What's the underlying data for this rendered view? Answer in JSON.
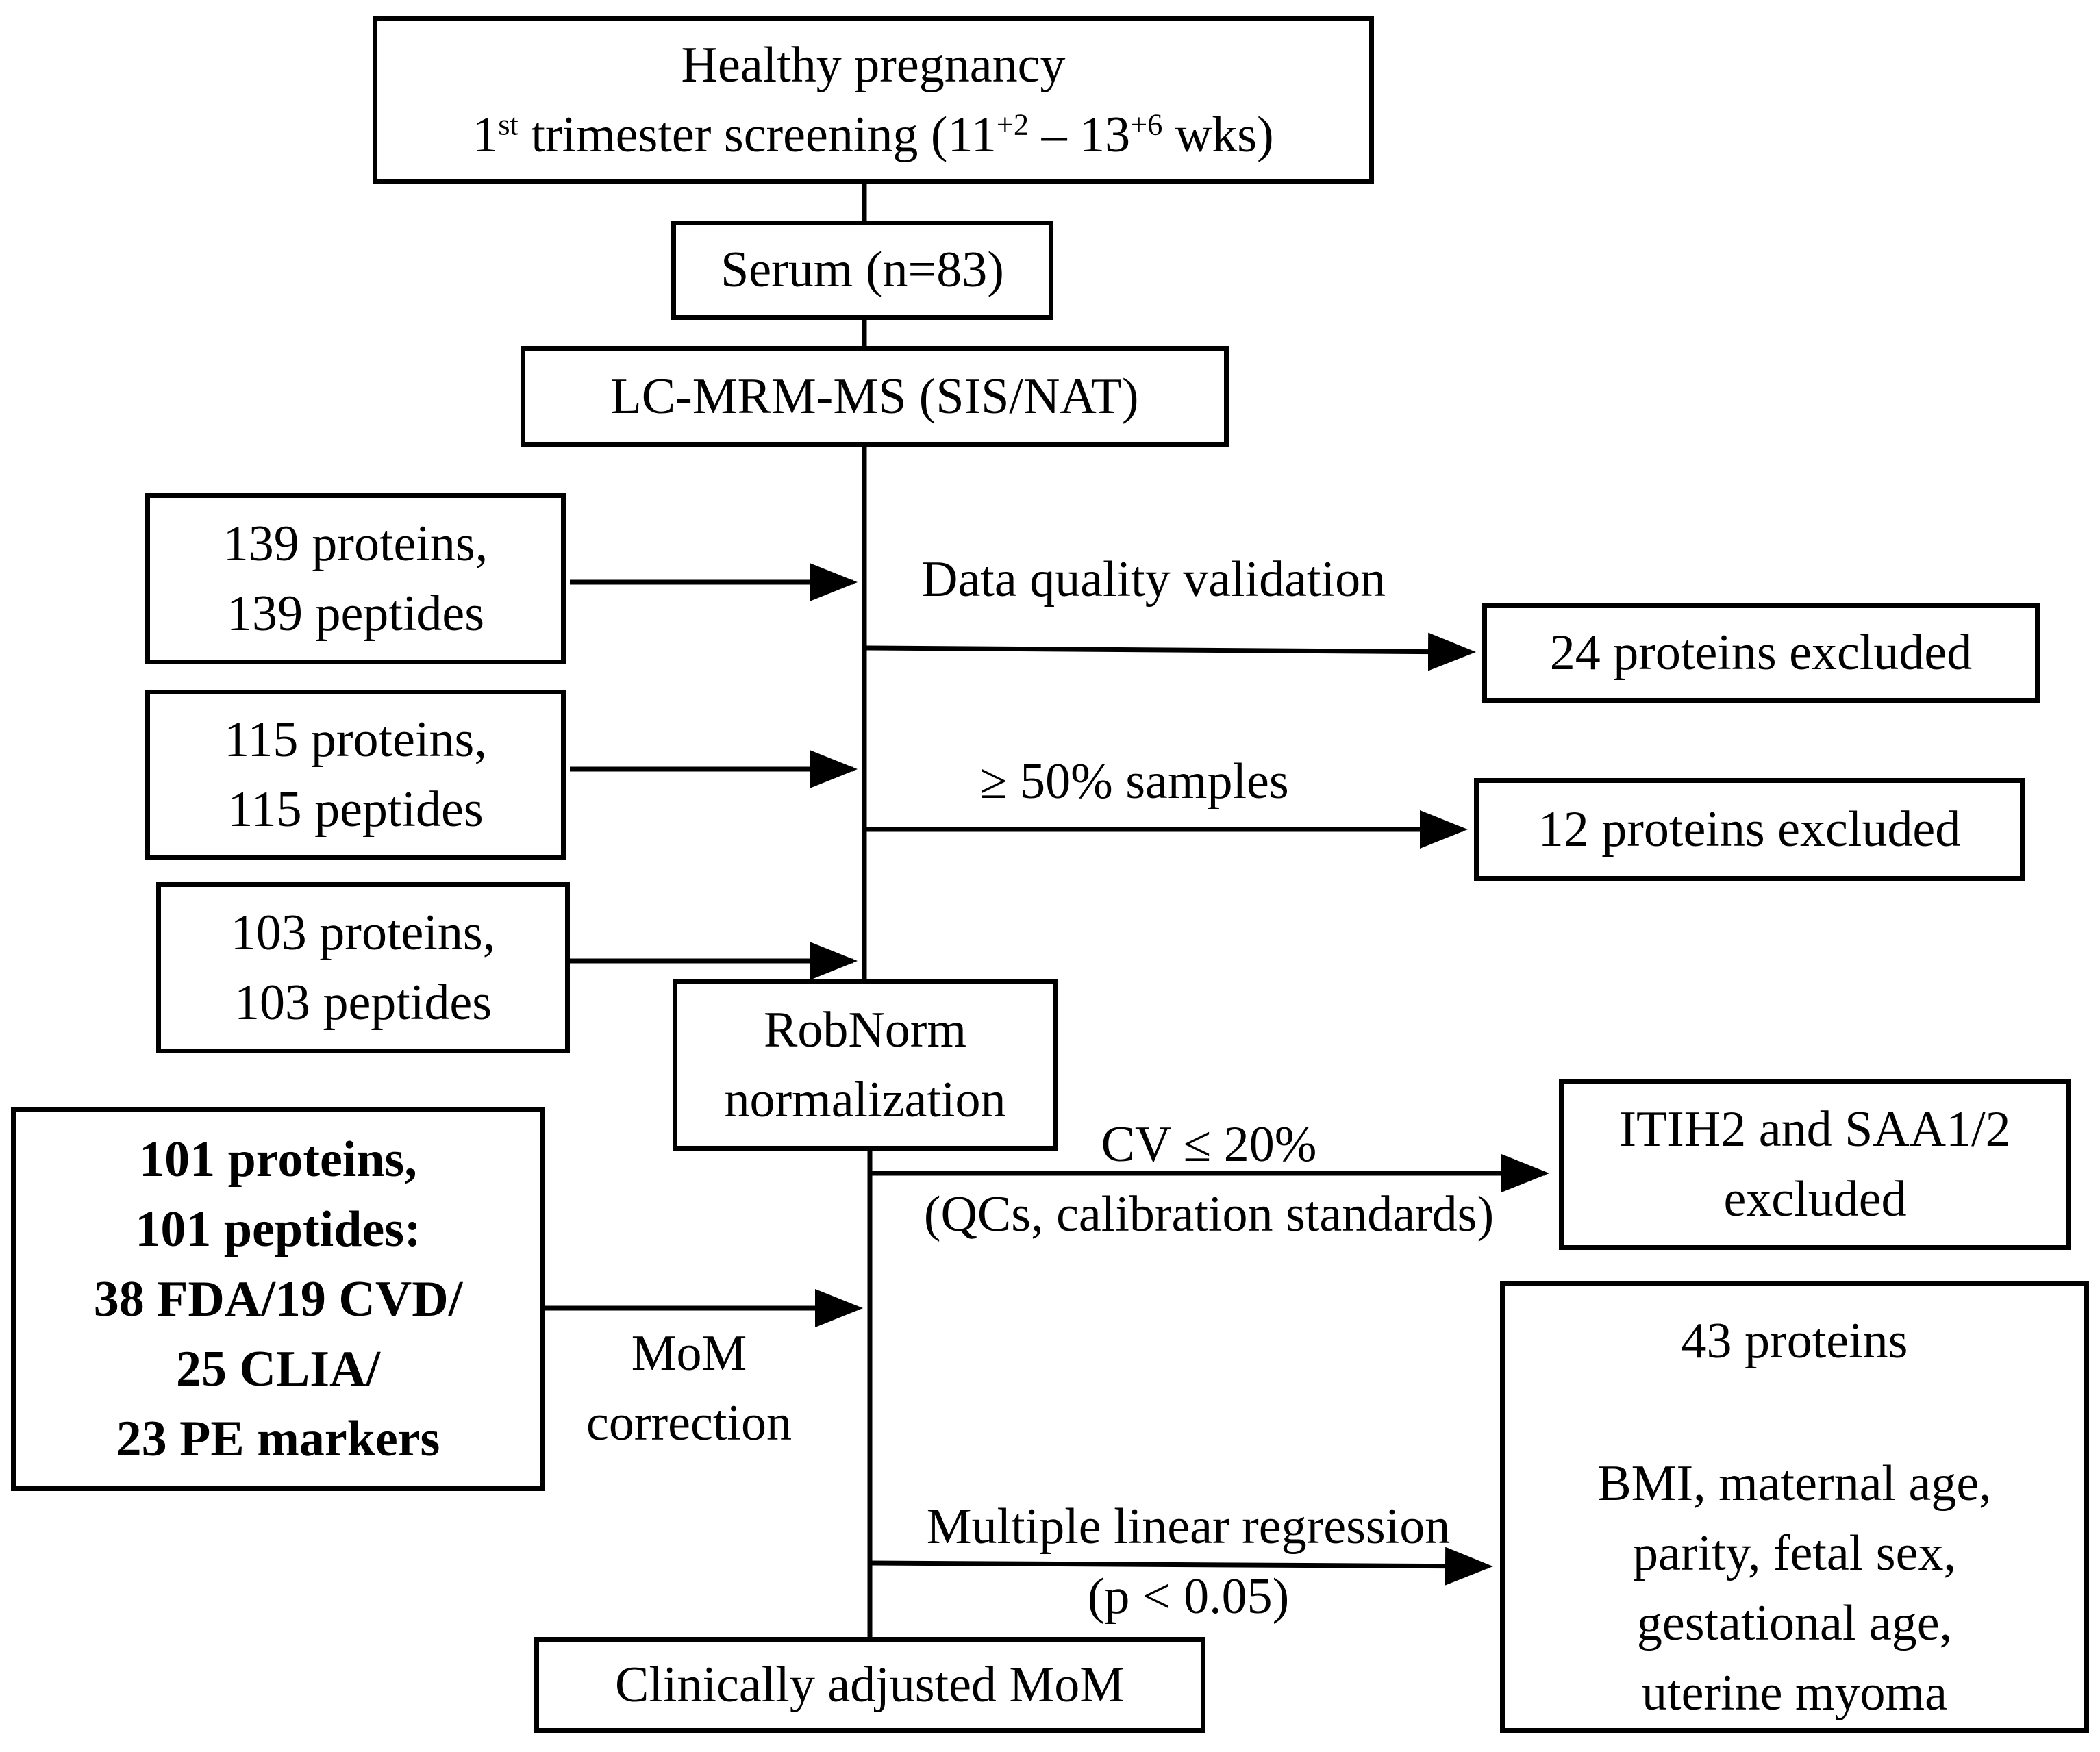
{
  "top": {
    "line1": "Healthy pregnancy",
    "line2": {
      "a": "1",
      "a_sup": "st",
      "b": " trimester screening (11",
      "b_sup": "+2",
      "c": " – 13",
      "c_sup": "+6",
      "d": " wks)"
    }
  },
  "serum": "Serum (n=83)",
  "lcms": "LC-MRM-MS (SIS/NAT)",
  "set139": {
    "line1": "139 proteins,",
    "line2": "139 peptides"
  },
  "set115": {
    "line1": "115 proteins,",
    "line2": "115 peptides"
  },
  "set103": {
    "line1": "103 proteins,",
    "line2": "103 peptides"
  },
  "set101": {
    "line1": "101 proteins,",
    "line2": "101 peptides:",
    "line3": "38 FDA/19 CVD/",
    "line4": "25 CLIA/",
    "line5": "23 PE markers"
  },
  "robnorm": {
    "line1": "RobNorm",
    "line2": "normalization"
  },
  "clinical": "Clinically adjusted MoM",
  "steps": {
    "dqv": "Data quality validation",
    "samples": "≥ 50% samples",
    "cv": {
      "line1": "CV ≤ 20%",
      "line2": "(QCs, calibration standards)"
    },
    "mom": {
      "line1": "MoM",
      "line2": "correction"
    },
    "mlr": {
      "line1": "Multiple linear regression",
      "line2": "(p < 0.05)"
    }
  },
  "excluded24": "24 proteins excluded",
  "excluded12": "12 proteins excluded",
  "itih2": {
    "line1": "ITIH2 and SAA1/2",
    "line2": "excluded"
  },
  "assoc": {
    "line1": "43 proteins",
    "line2": "BMI, maternal age,",
    "line3": "parity, fetal sex,",
    "line4": "gestational age,",
    "line5": "uterine myoma"
  },
  "colors": {
    "stroke": "#000000",
    "double_arrow_fill": "#3a3a3a"
  }
}
